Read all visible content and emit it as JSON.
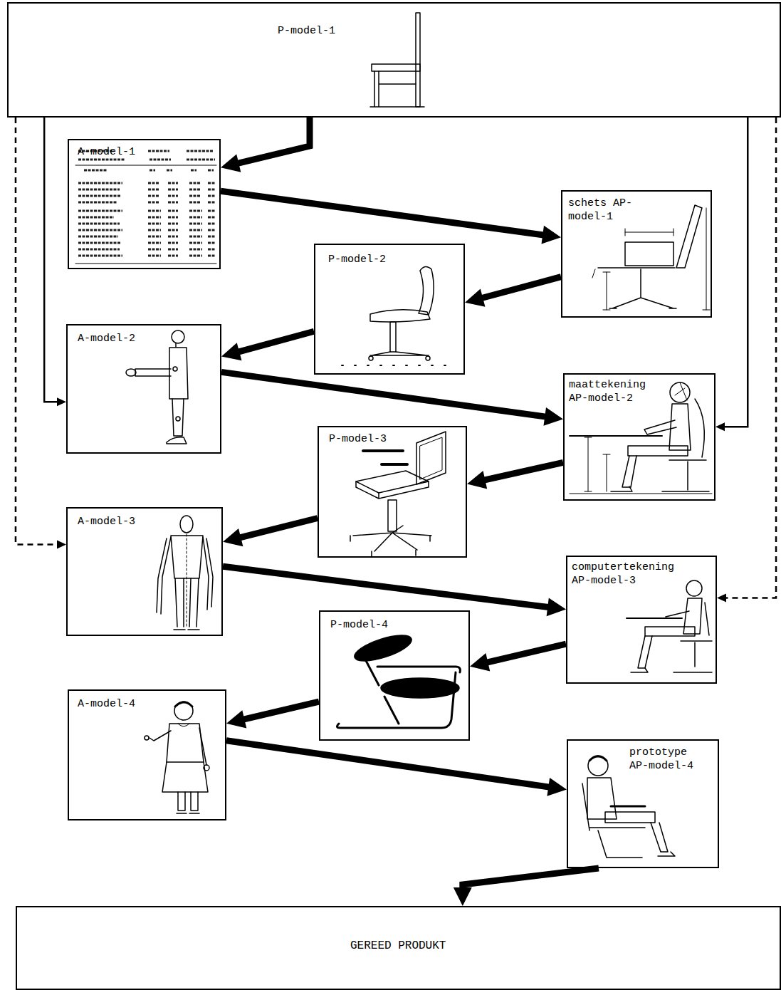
{
  "diagram": {
    "nodes": [
      {
        "text": [
          "P-model-1"
        ]
      },
      {
        "text": [
          "A-model-1"
        ]
      },
      {
        "text": [
          "schets AP-model-1"
        ]
      },
      {
        "text": [
          "P-model-2"
        ]
      },
      {
        "text": [
          "A-model-2"
        ]
      },
      {
        "text": [
          "maattekening AP-model-2"
        ]
      },
      {
        "text": [
          "P-model-3"
        ]
      },
      {
        "text": [
          "A-model-3"
        ]
      },
      {
        "text": [
          "computertekening AP-model-3"
        ]
      },
      {
        "text": [
          "P-model-4"
        ]
      },
      {
        "text": [
          "A-model-4"
        ]
      },
      {
        "text": [
          "prototype AP-model-4"
        ]
      },
      {
        "text": [
          "GEREED PRODUKT"
        ]
      }
    ],
    "edges": [
      {
        "from": 0,
        "to": 1,
        "arrow": "to"
      },
      {
        "from": 1,
        "to": 2,
        "arrow": "to"
      },
      {
        "from": 2,
        "to": 3,
        "arrow": "to"
      },
      {
        "from": 3,
        "to": 4,
        "arrow": "to"
      },
      {
        "from": 4,
        "to": 5,
        "arrow": "to"
      },
      {
        "from": 5,
        "to": 6,
        "arrow": "to"
      },
      {
        "from": 6,
        "to": 7,
        "arrow": "to"
      },
      {
        "from": 7,
        "to": 8,
        "arrow": "to"
      },
      {
        "from": 8,
        "to": 9,
        "arrow": "to"
      },
      {
        "from": 9,
        "to": 10,
        "arrow": "to"
      },
      {
        "from": 10,
        "to": 11,
        "arrow": "to"
      },
      {
        "from": 11,
        "to": 12,
        "arrow": "to"
      },
      {
        "from": 0,
        "to": 4,
        "arrow": "to"
      },
      {
        "from": 0,
        "to": 5,
        "arrow": "to"
      },
      {
        "from": 0,
        "to": 7,
        "arrow": "to"
      },
      {
        "from": 0,
        "to": 8,
        "arrow": "to"
      }
    ]
  }
}
